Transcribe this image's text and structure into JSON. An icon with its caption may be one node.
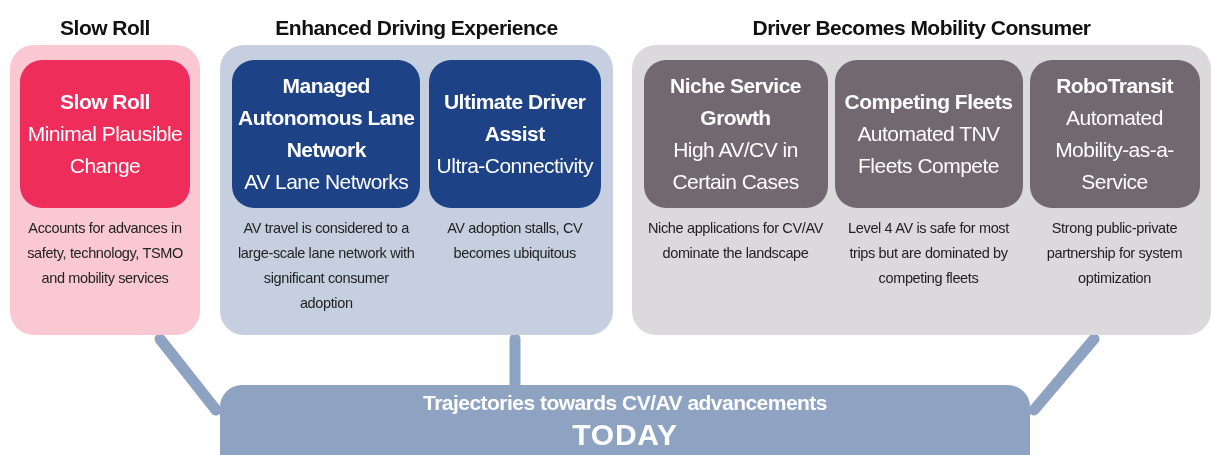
{
  "diagram": {
    "nodes": [
      {
        "text": [
          "Slow Roll"
        ]
      },
      {
        "text": [
          "Slow Roll",
          "Minimal Plausible Change"
        ],
        "in": 0,
        "beside": [
          "Accounts for advances in safety, technology, TSMO and mobility services"
        ]
      },
      {
        "text": [
          "Enhanced Driving Experience"
        ]
      },
      {
        "text": [
          "Managed Autonomous Lane Network",
          "AV Lane Networks"
        ],
        "in": 2,
        "beside": [
          "AV travel is considered to a large-scale lane network with significant consumer adoption"
        ]
      },
      {
        "text": [
          "Ultimate Driver Assist",
          "Ultra-Connectivity"
        ],
        "in": 2,
        "beside": [
          "AV adoption stalls, CV becomes ubiquitous"
        ]
      },
      {
        "text": [
          "Driver Becomes Mobility Consumer"
        ]
      },
      {
        "text": [
          "Niche Service Growth",
          "High AV/CV in Certain Cases"
        ],
        "in": 5,
        "beside": [
          "Niche applications for CV/AV dominate the landscape"
        ]
      },
      {
        "text": [
          "Competing Fleets",
          "Automated TNV Fleets Compete"
        ],
        "in": 5,
        "beside": [
          "Level 4 AV is safe for most trips but are dominated by competing fleets"
        ]
      },
      {
        "text": [
          "RoboTransit",
          "Automated Mobility-as-a-Service"
        ],
        "in": 5,
        "beside": [
          "Strong public-private partnership for system optimization"
        ]
      },
      {
        "text": [
          "Trajectories towards CV/AV advancements",
          "TODAY"
        ]
      }
    ],
    "edges": [
      {
        "from": 9,
        "to": 0,
        "arrow": "none"
      },
      {
        "from": 9,
        "to": 2,
        "arrow": "none"
      },
      {
        "from": 9,
        "to": 5,
        "arrow": "none"
      }
    ]
  }
}
